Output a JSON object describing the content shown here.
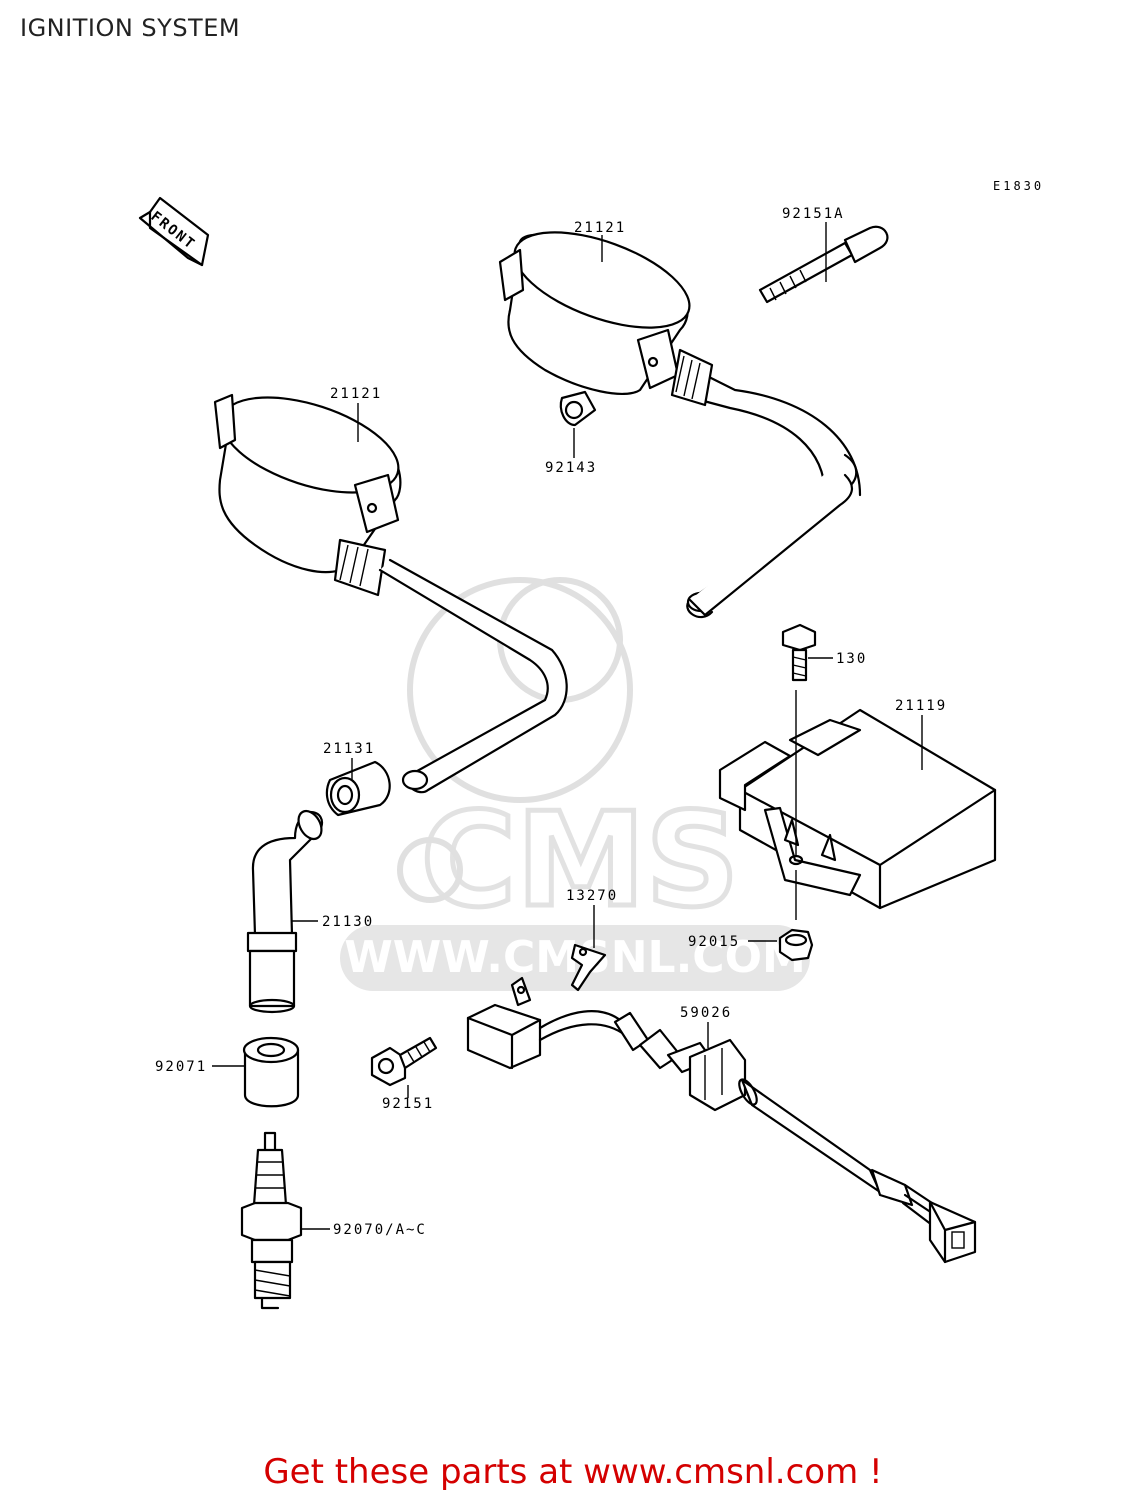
{
  "title": "IGNITION SYSTEM",
  "diagram_code": "E1830",
  "front_arrow_text": "FRONT",
  "watermark": {
    "brand": "CMS",
    "url": "WWW.CMSNL.COM"
  },
  "footer": "Get these parts at www.cmsnl.com !",
  "parts": {
    "coil_upper": "21121",
    "coil_lower": "21121",
    "bolt_coil": "92151A",
    "grommet": "92143",
    "bolt_igniter": "130",
    "igniter": "21119",
    "nut": "92015",
    "cap_nut": "21131",
    "plug_cap": "21130",
    "clamp": "13270",
    "pickup_coil": "59026",
    "boot": "92071",
    "bolt_pickup": "92151",
    "spark_plug": "92070/A~C"
  },
  "colors": {
    "footer": "#d40000",
    "line": "#000000",
    "watermark": "#e0e0e0"
  }
}
